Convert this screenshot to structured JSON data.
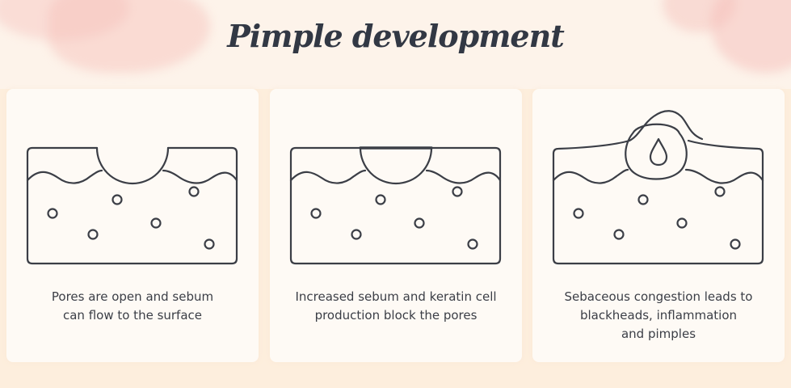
{
  "title": "Pimple development",
  "colors": {
    "background": "#fdeedd",
    "card": "#fefaf5",
    "stroke": "#3b3e46",
    "watercolor": "#f6c4be"
  },
  "stages": [
    {
      "id": "open-pore",
      "diagram": "open-pore-diagram",
      "caption": "Pores are open and sebum\ncan flow to the surface"
    },
    {
      "id": "blocked-pore",
      "diagram": "blocked-pore-diagram",
      "caption": "Increased sebum and keratin cell\nproduction block the pores"
    },
    {
      "id": "pimple",
      "diagram": "pimple-diagram",
      "caption": "Sebaceous congestion leads to\nblackheads, inflammation\nand pimples"
    }
  ]
}
